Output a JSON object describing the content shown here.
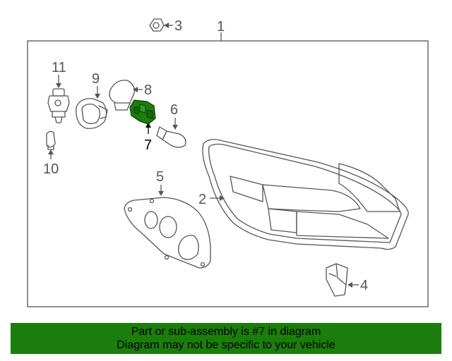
{
  "diagram": {
    "colors": {
      "highlight": "#1b7d0c",
      "line": "#555555",
      "footer_bg": "#1b7d0c"
    },
    "callouts": {
      "c1": "1",
      "c2": "2",
      "c3": "3",
      "c4": "4",
      "c5": "5",
      "c6": "6",
      "c7": "7",
      "c8": "8",
      "c9": "9",
      "c10": "10",
      "c11": "11"
    },
    "highlighted_part": "7"
  },
  "footer": {
    "line1": "Part or sub-assembly is #7 in diagram",
    "line2": "Diagram may not be specific to your vehicle"
  }
}
